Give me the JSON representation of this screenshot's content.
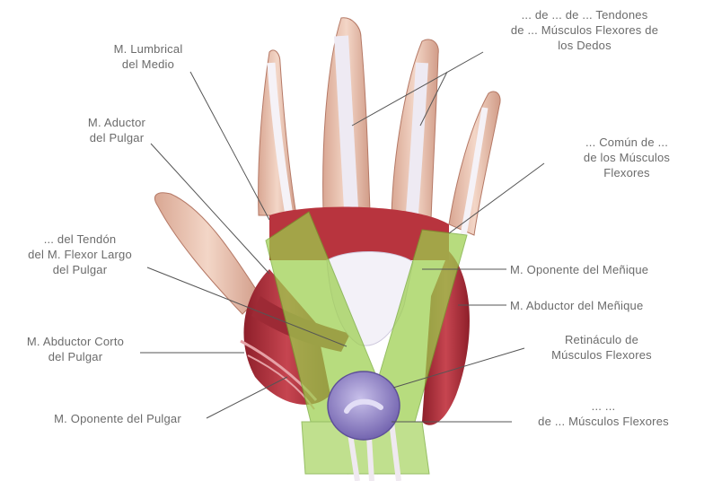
{
  "labels": {
    "tendon_sheath_digits": "... de ... de ... Tendones\nde ... Músculos Flexores de\nlos Dedos",
    "lumbrical_middle": "M. Lumbrical\ndel Medio",
    "adductor_thumb": "M. Aductor\ndel Pulgar",
    "common_flexor_sheath": "... Común de ...\nde los Músculos\nFlexores",
    "flexor_pollicis_longus_sheath": "... del Tendón\ndel M. Flexor Largo\ndel Pulgar",
    "opponens_little_finger": "M. Oponente del Meñique",
    "abductor_little_finger": "M. Abductor del Meñique",
    "abductor_pollicis_brevis": "M. Abductor Corto\ndel Pulgar",
    "flexor_retinaculum": "Retináculo de\nMúsculos Flexores",
    "opponens_thumb": "M. Oponente del Pulgar",
    "flexor_sheath_bottom": "... ...\nde ... Músculos Flexores"
  },
  "colors": {
    "muscle": "#b8343e",
    "muscle_dark": "#8e1f2a",
    "skin": "#e8c3b1",
    "tendon": "#f1eef5",
    "sheath_green": "#9ccf4d",
    "bursa_purple": "#8d7fc2",
    "label_text": "#6b6b6b",
    "leader_line": "#555555"
  }
}
